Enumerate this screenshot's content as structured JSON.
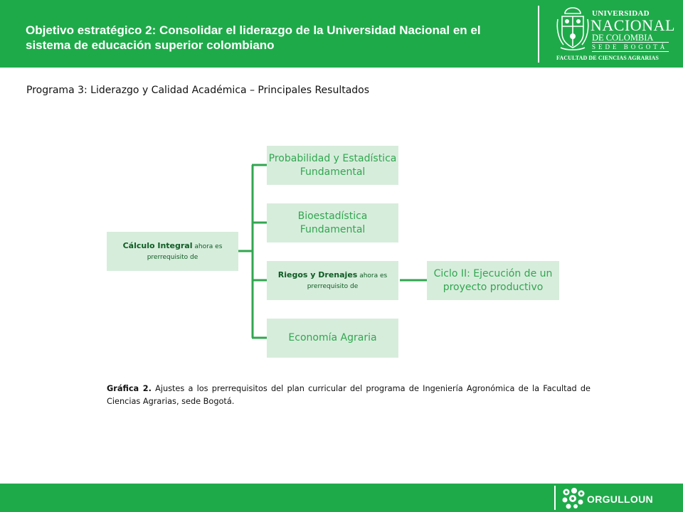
{
  "header": {
    "title": "Objetivo estratégico 2: Consolidar el liderazgo de la Universidad Nacional en el sistema de educación superior colombiano",
    "logo": {
      "line1": "UNIVERSIDAD",
      "line2": "NACIONAL",
      "line3": "DE COLOMBIA",
      "line4": "SEDE BOGOTÁ",
      "line5": "FACULTAD DE CIENCIAS AGRARIAS"
    }
  },
  "subtitle": "Programa 3: Liderazgo y Calidad Académica – Principales Resultados",
  "diagram": {
    "root": {
      "bold": "Cálculo Integral",
      "small": " ahora es prerrequisito de"
    },
    "children": [
      {
        "label": "Probabilidad y Estadística Fundamental"
      },
      {
        "label": "Bioestadística Fundamental"
      },
      {
        "bold": "Riegos y Drenajes",
        "small": " ahora es prerrequisito de"
      },
      {
        "label": "Economía Agraria"
      }
    ],
    "grandchild": {
      "label": "Ciclo II: Ejecución de un proyecto productivo"
    }
  },
  "caption": {
    "lead": "Gráfica 2.",
    "text": " Ajustes a los prerrequisitos del plan curricular del programa de Ingeniería Agronómica de la Facultad de Ciencias Agrarias, sede Bogotá."
  },
  "footer": {
    "brand": "ORGULLOUN"
  },
  "colors": {
    "brand_green": "#1faa4a",
    "box_fill": "#d7eddc",
    "box_text": "#31a650",
    "connector": "#31a650"
  }
}
